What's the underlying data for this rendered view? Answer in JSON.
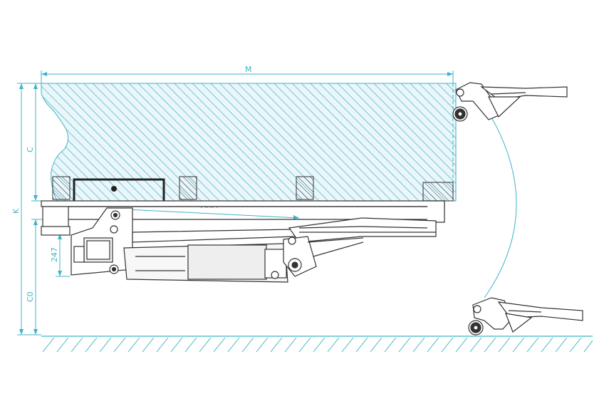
{
  "colors": {
    "accent": "#3fb3c8",
    "ink": "#222222",
    "gray": "#888888",
    "fill": "#eaf6f9",
    "dark": "#333333"
  },
  "labels": {
    "m": "M",
    "c": "C",
    "k": "K",
    "arm": "ARM",
    "dim247": "247",
    "c0": "C0"
  }
}
